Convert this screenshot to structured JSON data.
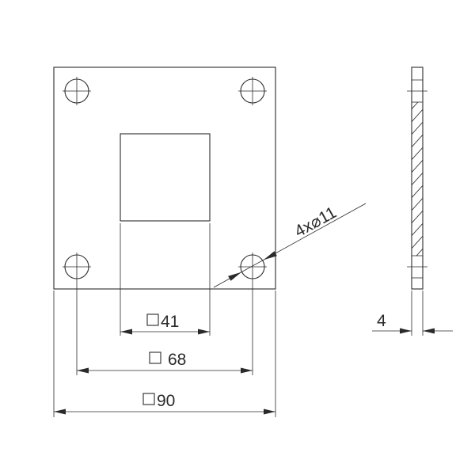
{
  "drawing": {
    "title": "",
    "dimensions": {
      "inner_square": {
        "symbol": "square",
        "value": "41"
      },
      "hole_spacing": {
        "symbol": "square",
        "value": "68"
      },
      "plate_size": {
        "symbol": "square",
        "value": "90"
      },
      "holes": {
        "text": "4x⌀11",
        "count": 4,
        "diameter": 11
      },
      "thickness": {
        "value": "4"
      }
    },
    "colors": {
      "line": "#2a2a2a",
      "background": "#ffffff"
    }
  }
}
